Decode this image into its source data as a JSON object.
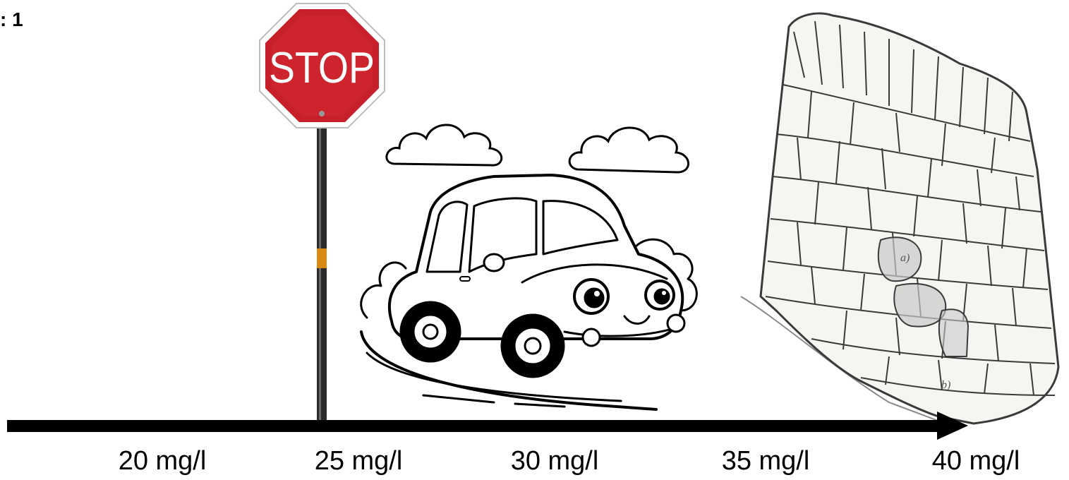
{
  "title_fragment": ": 1",
  "stop_sign": {
    "text": "STOP"
  },
  "scale": {
    "labels": [
      "20 mg/l",
      "25 mg/l",
      "30 mg/l",
      "35 mg/l",
      "40 mg/l"
    ]
  },
  "wall": {
    "markers": [
      "a)",
      "b)"
    ]
  },
  "colors": {
    "stop_red": "#c8202a",
    "axis": "#000000"
  },
  "icons": [
    "stop-sign-icon",
    "car-icon",
    "cloud-icon",
    "stone-wall-icon",
    "arrow-icon"
  ]
}
